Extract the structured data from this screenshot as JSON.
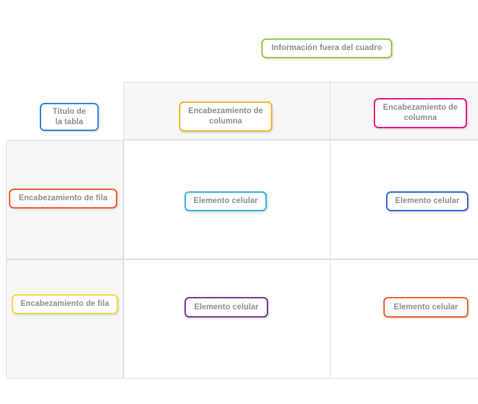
{
  "page": {
    "language": "es",
    "background_color": "#ffffff",
    "description": "Anotacion de estructura de tabla"
  },
  "table": {
    "grid": {
      "border_color": "#dcdcdc",
      "cell_background": "#ffffff",
      "header_background": "#f6f6f6",
      "rowheader_background": "#f6f6f6",
      "columns": 3,
      "rows": 3
    }
  },
  "badges": {
    "outside_info": {
      "label": "Información fuera del cuadro",
      "color": "#8cc63e",
      "role": "out-of-table-info"
    },
    "table_title": {
      "label": "Título de\nla tabla",
      "color": "#2a7fd4",
      "role": "table-title"
    },
    "column_header_1": {
      "label": "Encabezamiento de\ncolumna",
      "color": "#f5b22a",
      "role": "column-header"
    },
    "column_header_2": {
      "label": "Encabezamiento de\ncolumna",
      "color": "#ec0a7f",
      "role": "column-header"
    },
    "row_header_1": {
      "label": "Encabezamiento de fila",
      "color": "#ef5a23",
      "role": "row-header"
    },
    "row_header_2": {
      "label": "Encabezamiento de fila",
      "color": "#e8d93a",
      "role": "row-header"
    },
    "cell_1": {
      "label": "Elemento celular",
      "color": "#2aabe2",
      "role": "cell-item"
    },
    "cell_2": {
      "label": "Elemento celular",
      "color": "#2a5fd4",
      "role": "cell-item"
    },
    "cell_3": {
      "label": "Elemento celular",
      "color": "#7b2a94",
      "role": "cell-item"
    },
    "cell_4": {
      "label": "Elemento celular",
      "color": "#ef5a23",
      "role": "cell-item"
    }
  }
}
